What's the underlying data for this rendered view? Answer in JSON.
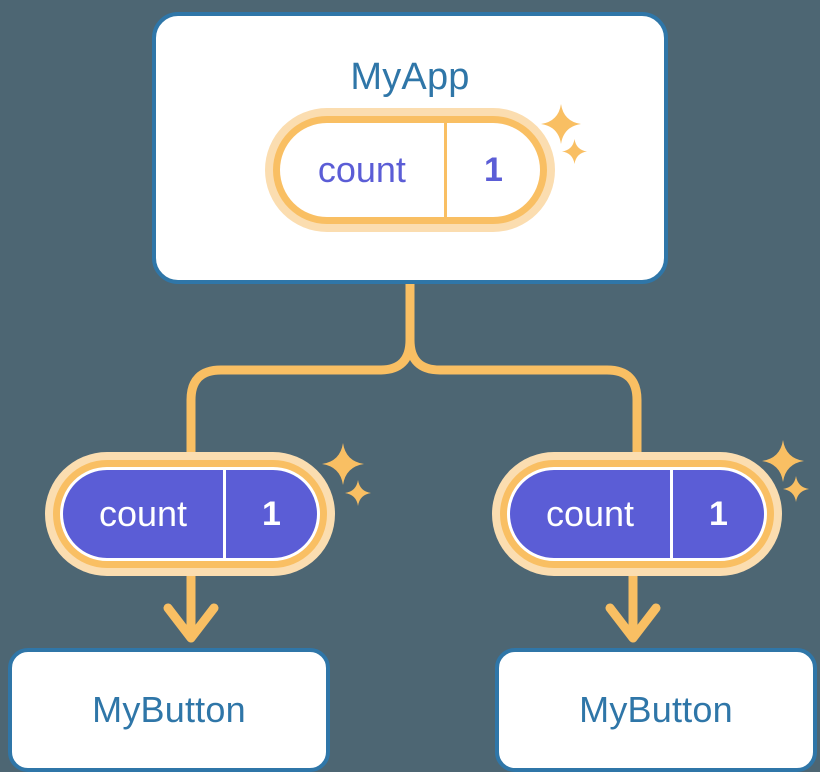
{
  "diagram": {
    "type": "component-state-propagation-tree",
    "background_color": "#4d6673",
    "accent_orange": "#f9bf63",
    "accent_orange_soft": "#fbddb0",
    "accent_blue": "#2f76a8",
    "accent_purple": "#5b5dd6"
  },
  "root": {
    "title": "MyApp",
    "state": {
      "key": "count",
      "value": "1"
    }
  },
  "branches": [
    {
      "state": {
        "key": "count",
        "value": "1"
      },
      "child": {
        "title": "MyButton"
      }
    },
    {
      "state": {
        "key": "count",
        "value": "1"
      },
      "child": {
        "title": "MyButton"
      }
    }
  ]
}
